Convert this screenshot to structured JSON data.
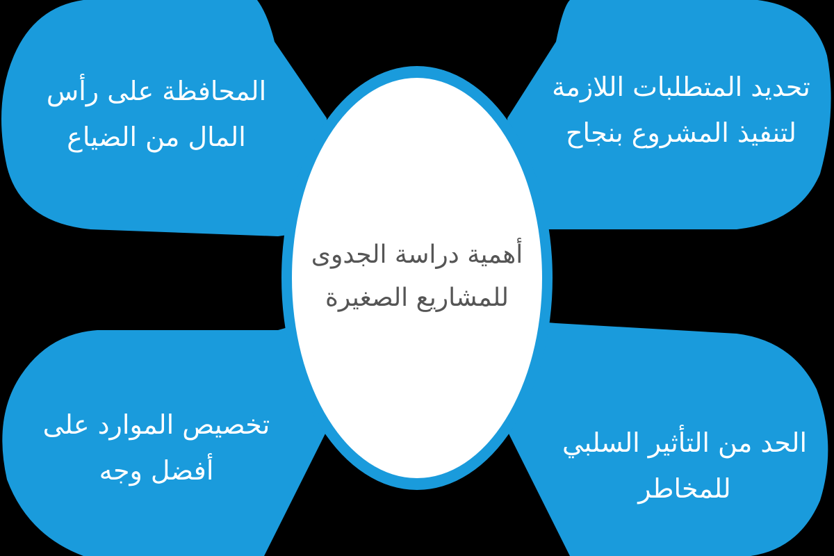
{
  "colors": {
    "background": "#000000",
    "blob_fill": "#1a9bdc",
    "center_fill": "#ffffff",
    "center_ring": "#1a9bdc",
    "label_text": "#ffffff",
    "center_text": "#555555"
  },
  "center": {
    "line1": "أهمية دراسة الجدوى",
    "line2": "للمشاريع الصغيرة"
  },
  "nodes": [
    {
      "position": "top-left",
      "line1": "المحافظة على رأس",
      "line2": "المال من الضياع"
    },
    {
      "position": "top-right",
      "line1": "تحديد المتطلبات اللازمة",
      "line2": "لتنفيذ المشروع بنجاح"
    },
    {
      "position": "bottom-left",
      "line1": "تخصيص الموارد على",
      "line2": "أفضل وجه"
    },
    {
      "position": "bottom-right",
      "line1": "الحد من التأثير السلبي للمخاطر",
      "line2": ""
    }
  ]
}
